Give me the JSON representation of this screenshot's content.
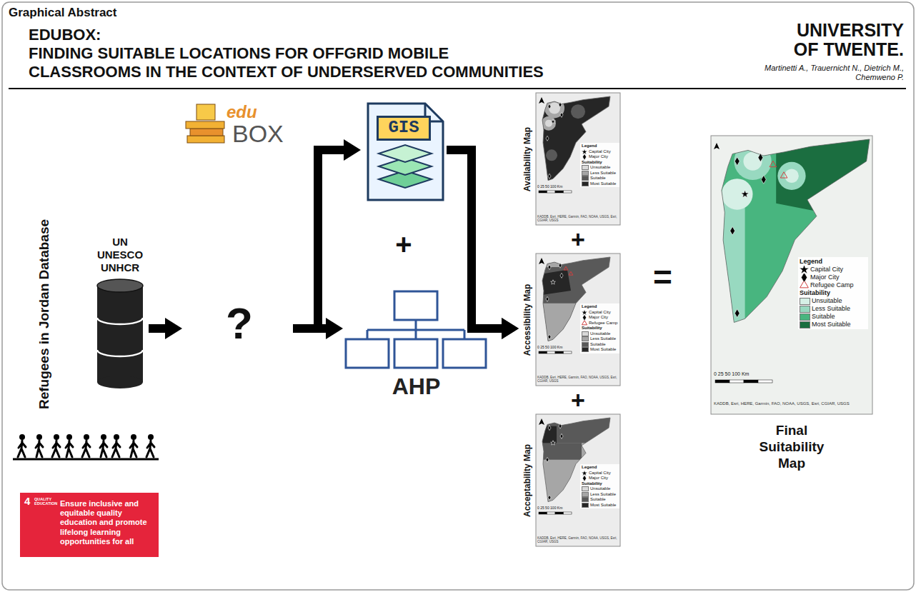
{
  "diagram": {
    "title": "Graphical Abstract",
    "nodes": [
      {
        "text": [
          "UN",
          "UNESCO",
          "UNHCR"
        ]
      },
      {
        "text": [
          "edu",
          "BOX"
        ]
      },
      {
        "text": [
          "GIS"
        ]
      },
      {
        "text": [
          "AHP"
        ]
      },
      {
        "text": [
          "Availability Map"
        ]
      },
      {
        "text": [
          "Accessibility Map"
        ]
      },
      {
        "text": [
          "Acceptability Map"
        ]
      },
      {
        "text": [
          "Final Suitability Map"
        ]
      },
      {
        "text": [
          "4",
          "QUALITY EDUCATION",
          "Ensure inclusive and equitable quality education and promote lifelong learning opportunities for all"
        ]
      }
    ],
    "edges": [
      {
        "from": 0,
        "to": 1,
        "arrow": "to"
      },
      {
        "from": 1,
        "to": 2,
        "arrow": "to"
      },
      {
        "from": 1,
        "to": 3,
        "arrow": "to"
      },
      {
        "from": 2,
        "to": 5,
        "arrow": "to"
      },
      {
        "from": 3,
        "to": 5,
        "arrow": "to"
      }
    ],
    "labels": [
      "EDUBOX:",
      "FINDING SUITABLE LOCATIONS FOR OFFGRID MOBILE",
      "CLASSROOMS IN THE CONTEXT OF UNDERSERVED COMMUNITIES",
      "UNIVERSITY",
      "OF TWENTE.",
      "Martinetti A., Trauernicht N., Dietrich M., Chemweno P.",
      "Refugees in Jordan Database",
      "?",
      "+",
      "+",
      "+",
      "=",
      "Legend",
      "Suitability",
      "0 25 50 100 Km",
      "KADDB, Esri, HERE, Garmin, FAO, NOAA, USGS, Esri, CGIAR, USGS",
      "Legend",
      "Suitability",
      "0 25 50 100 Km",
      "KADDB, Esri, HERE, Garmin, FAO, NOAA, USGS, Esri, CGIAR, USGS",
      "Legend",
      "Suitability",
      "0 25 50 100 Km",
      "KADDB, Esri, HERE, Garmin, FAO, NOAA, USGS, Esri, CGIAR, USGS",
      "Legend",
      "Suitability",
      "0 25 50 100 Km",
      "KADDB, Esri, HERE, Garmin, FAO, NOAA, USGS, Esri, CGIAR, USGS"
    ],
    "legend": [
      {
        "text": "Capital City"
      },
      {
        "text": "Major City"
      },
      {
        "text": "Unsuitable",
        "color": "#d9d9d9"
      },
      {
        "text": "Less Suitable",
        "color": "#a6a6a6"
      },
      {
        "text": "Suitable",
        "color": "#595959"
      },
      {
        "text": "Most Suitable",
        "color": "#262626"
      },
      {
        "text": "Capital City"
      },
      {
        "text": "Major City"
      },
      {
        "text": "Refugee Camp"
      },
      {
        "text": "Unsuitable",
        "color": "#d9d9d9"
      },
      {
        "text": "Less Suitable",
        "color": "#a6a6a6"
      },
      {
        "text": "Suitable",
        "color": "#595959"
      },
      {
        "text": "Most Suitable",
        "color": "#262626"
      },
      {
        "text": "Capital City"
      },
      {
        "text": "Major City"
      },
      {
        "text": "Unsuitable",
        "color": "#d9d9d9"
      },
      {
        "text": "Less Suitable",
        "color": "#a6a6a6"
      },
      {
        "text": "Suitable",
        "color": "#595959"
      },
      {
        "text": "Most Suitable",
        "color": "#262626"
      },
      {
        "text": "Capital City"
      },
      {
        "text": "Major City"
      },
      {
        "text": "Refugee Camp"
      },
      {
        "text": "Unsuitable",
        "color": "#d6f0e6"
      },
      {
        "text": "Less Suitable",
        "color": "#98d9c0"
      },
      {
        "text": "Suitable",
        "color": "#48b57f"
      },
      {
        "text": "Most Suitable",
        "color": "#1b6e40"
      }
    ]
  }
}
